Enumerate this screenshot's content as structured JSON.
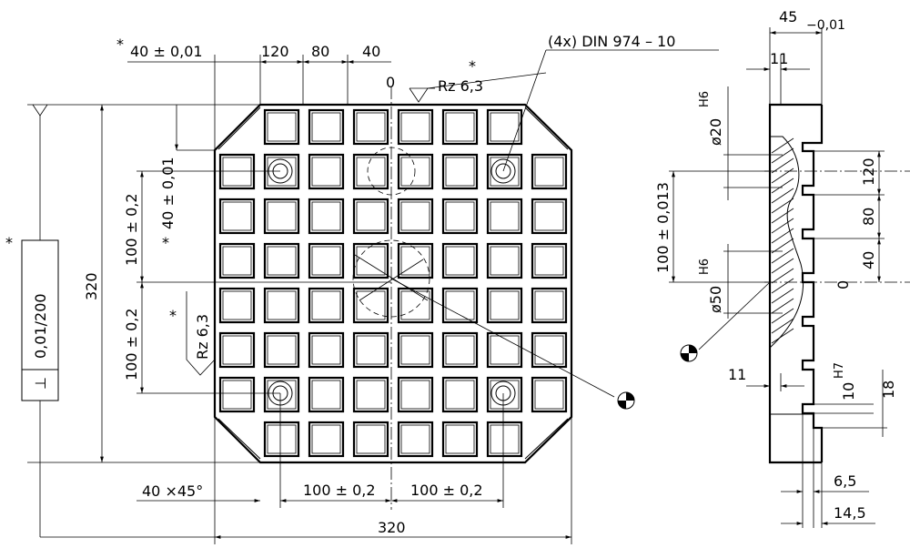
{
  "top_dims": {
    "star": "*",
    "d40": "40 ± 0,01",
    "d120": "120",
    "d80": "80",
    "d40b": "40",
    "zero": "0"
  },
  "callouts": {
    "din": "(4x) DIN 974 – 10",
    "rz_top": "Rz  6,3",
    "rz_top_star": "*",
    "rz_left": "Rz  6,3",
    "rz_left_star": "*"
  },
  "left_dims": {
    "tol_star": "*",
    "tolerance": "0,01/200",
    "perp_symbol": "⊥",
    "h320": "320",
    "v100a": "100 ± 0,2",
    "v100b": "100 ± 0,2",
    "v40": "* 40 ± 0,01",
    "v40b": "40 ± 0,01",
    "v40b_star": "*"
  },
  "bottom_dims": {
    "chamfer": "40 ×45°",
    "h100a": "100 ± 0,2",
    "h100b": "100 ± 0,2",
    "w320": "320"
  },
  "side_view": {
    "thk45": "45",
    "thk45_tol": "−0,01",
    "d11_top": "11",
    "d11_bot": "11",
    "d20": "ø20",
    "d20_fit": "H6",
    "v100": "100 ± 0,013",
    "d50": "ø50",
    "d50_fit": "H6",
    "r120": "120",
    "r80": "80",
    "r40": "40",
    "r0": "0",
    "w10": "10",
    "w10_fit": "H7",
    "d18": "18",
    "d65": "6,5",
    "d145": "14,5"
  }
}
